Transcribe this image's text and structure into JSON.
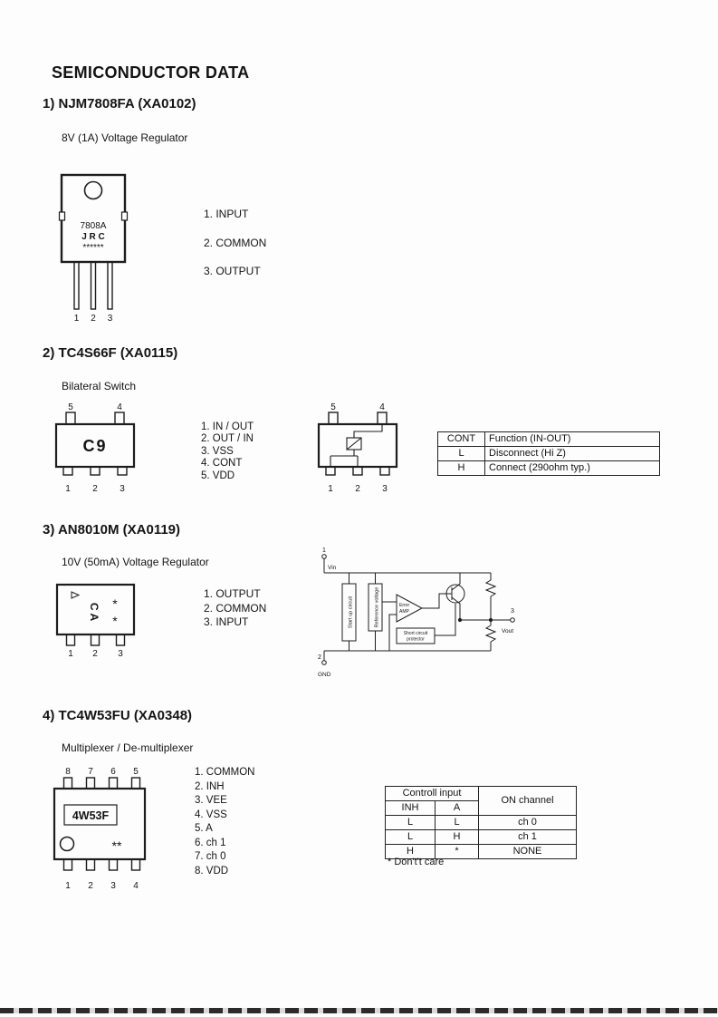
{
  "page": {
    "title": "SEMICONDUCTOR DATA"
  },
  "section1": {
    "heading": "1) NJM7808FA (XA0102)",
    "subtitle": "8V (1A) Voltage Regulator",
    "pkg": {
      "marking1": "7808A",
      "marking2": "J R C",
      "marking3": "******",
      "pin_numbers": [
        "1",
        "2",
        "3"
      ]
    },
    "pins": [
      "1. INPUT",
      "2. COMMON",
      "3. OUTPUT"
    ]
  },
  "section2": {
    "heading": "2) TC4S66F (XA0115)",
    "subtitle": "Bilateral Switch",
    "pkg": {
      "marking": "C9",
      "top_pin_numbers": [
        "5",
        "4"
      ],
      "bottom_pin_numbers": [
        "1",
        "2",
        "3"
      ]
    },
    "pins": [
      "1. IN / OUT",
      "2. OUT / IN",
      "3. VSS",
      "4. CONT",
      "5. VDD"
    ],
    "table": {
      "header": [
        "CONT",
        "Function (IN-OUT)"
      ],
      "rows": [
        [
          "L",
          "Disconnect (Hi Z)"
        ],
        [
          "H",
          "Connect (290ohm typ.)"
        ]
      ]
    }
  },
  "section3": {
    "heading": "3) AN8010M (XA0119)",
    "subtitle": "10V (50mA) Voltage Regulator",
    "pkg": {
      "marking": "C A",
      "asterisk1": "*",
      "asterisk2": "*",
      "bottom_pin_numbers": [
        "1",
        "2",
        "3"
      ]
    },
    "pins": [
      "1. OUTPUT",
      "2. COMMON",
      "3. INPUT"
    ],
    "diagram": {
      "pin1_num": "1",
      "pin1_label": "Vin",
      "pin2_num": "2",
      "pin2_label": "GND",
      "pin3_num": "3",
      "pin3_label": "Vout",
      "block_startup": "Start up circuit",
      "block_reference": "Reference voltage",
      "amp_line1": "Error",
      "amp_line2": "AMP",
      "protector_line1": "Short circuit",
      "protector_line2": "protector"
    }
  },
  "section4": {
    "heading": "4) TC4W53FU (XA0348)",
    "subtitle": "Multiplexer / De-multiplexer",
    "pkg": {
      "marking": "4W53F",
      "asterisks": "**",
      "top_pin_numbers": [
        "8",
        "7",
        "6",
        "5"
      ],
      "bottom_pin_numbers": [
        "1",
        "2",
        "3",
        "4"
      ]
    },
    "pins": [
      "1. COMMON",
      "2. INH",
      "3. VEE",
      "4. VSS",
      "5. A",
      "6. ch 1",
      "7. ch 0",
      "8. VDD"
    ],
    "table": {
      "header_group": "Controll input",
      "col_inh": "INH",
      "col_a": "A",
      "col_channel": "ON channel",
      "rows": [
        [
          "L",
          "L",
          "ch 0"
        ],
        [
          "L",
          "H",
          "ch 1"
        ],
        [
          "H",
          "*",
          "NONE"
        ]
      ],
      "footnote": "* Don't't care"
    }
  }
}
